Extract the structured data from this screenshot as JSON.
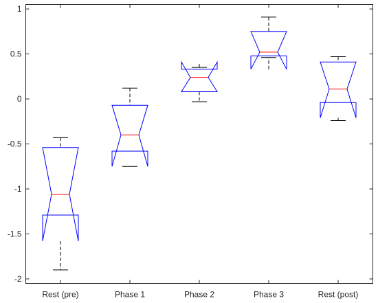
{
  "chart_data": {
    "type": "boxplot",
    "notched": true,
    "categories": [
      "Rest (pre)",
      "Phase 1",
      "Phase 2",
      "Phase 3",
      "Rest (post)"
    ],
    "boxes": [
      {
        "whisker_low": -1.9,
        "q1": -1.29,
        "notch_low": -1.58,
        "median": -1.06,
        "notch_high": -0.54,
        "q3": -0.54,
        "whisker_high": -0.43
      },
      {
        "whisker_low": -0.75,
        "q1": -0.58,
        "notch_low": -0.75,
        "median": -0.4,
        "notch_high": -0.07,
        "q3": -0.07,
        "whisker_high": 0.12
      },
      {
        "whisker_low": -0.03,
        "q1": 0.08,
        "notch_low": 0.08,
        "median": 0.24,
        "notch_high": 0.41,
        "q3": 0.33,
        "whisker_high": 0.35
      },
      {
        "whisker_low": 0.46,
        "q1": 0.48,
        "notch_low": 0.33,
        "median": 0.52,
        "notch_high": 0.75,
        "q3": 0.75,
        "whisker_high": 0.91
      },
      {
        "whisker_low": -0.24,
        "q1": -0.04,
        "notch_low": -0.21,
        "median": 0.11,
        "notch_high": 0.41,
        "q3": 0.41,
        "whisker_high": 0.47
      }
    ],
    "ylim": [
      -2.05,
      1.05
    ],
    "yticks": [
      1,
      0.5,
      0,
      -0.5,
      -1,
      -1.5,
      -2
    ],
    "ytick_labels": [
      "1",
      "0.5",
      "0",
      "-0.5",
      "-1",
      "-1.5",
      "-2"
    ],
    "grid": false,
    "colors": {
      "box": "#0000ff",
      "median": "#ff0000",
      "whisker": "#000000",
      "axis": "#262626"
    }
  }
}
